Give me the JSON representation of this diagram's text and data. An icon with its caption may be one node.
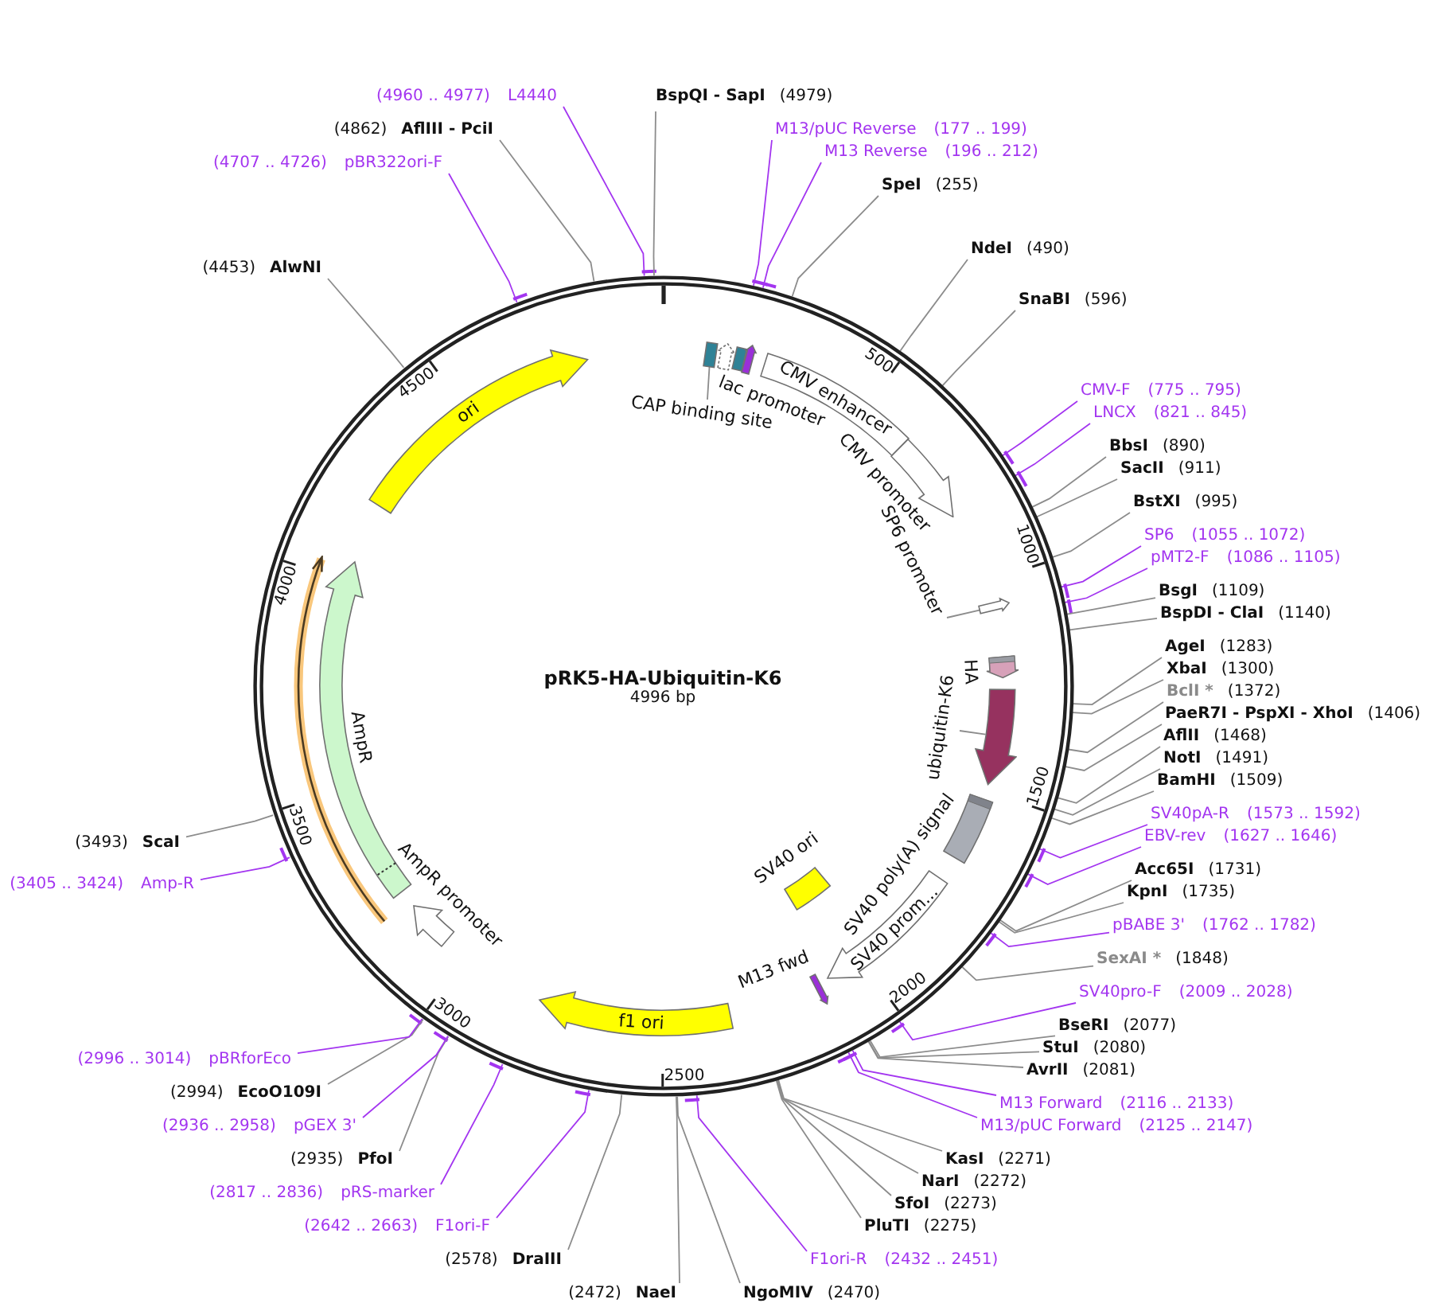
{
  "diagram": {
    "nodes": [
      {
        "text": [
          "pRK5-HA-Ubiquitin-K6",
          "4996 bp"
        ]
      },
      {
        "text": [
          "ori"
        ],
        "in": 0
      },
      {
        "text": [],
        "shape": "box",
        "in": 0
      },
      {
        "text": [],
        "shape": "arrow",
        "beside": [
          "lac promoter"
        ],
        "in": 0
      },
      {
        "text": [],
        "shape": "box",
        "in": 0
      },
      {
        "text": [],
        "shape": "arrow",
        "in": 0
      },
      {
        "text": [
          "CAP binding site"
        ],
        "in": 0
      },
      {
        "text": [
          "CMV enhancer"
        ],
        "in": 0
      },
      {
        "text": [],
        "shape": "arrow",
        "beside": [
          "CMV promoter"
        ],
        "in": 0
      },
      {
        "text": [],
        "shape": "arrow",
        "in": 0
      },
      {
        "text": [
          "SP6 promoter"
        ],
        "in": 0
      },
      {
        "text": [],
        "shape": "arrow",
        "beside": [
          "HA"
        ],
        "in": 0
      },
      {
        "text": [],
        "shape": "arrow",
        "in": 0
      },
      {
        "text": [
          "ubiquitin-K6"
        ],
        "in": 0
      },
      {
        "text": [],
        "shape": "box",
        "beside": [
          "SV40 poly(A) signal"
        ],
        "in": 0
      },
      {
        "text": [
          "SV40 prom..."
        ],
        "in": 0
      },
      {
        "text": [],
        "shape": "box",
        "beside": [
          "SV40 ori"
        ],
        "in": 0
      },
      {
        "text": [],
        "shape": "arrow",
        "beside": [
          "M13 fwd"
        ],
        "in": 0
      },
      {
        "text": [
          "f1 ori"
        ],
        "in": 0
      },
      {
        "text": [],
        "shape": "arrow",
        "beside": [
          "AmpR promoter"
        ],
        "in": 0
      },
      {
        "text": [],
        "shape": "arrow",
        "beside": [
          "AmpR"
        ],
        "in": 0
      },
      {
        "text": [
          "BspQI - SapI",
          "(4979)"
        ]
      },
      {
        "text": [
          "M13/pUC Reverse",
          "(177 .. 199)"
        ]
      },
      {
        "text": [
          "M13 Reverse",
          "(196 .. 212)"
        ]
      },
      {
        "text": [
          "SpeI",
          "(255)"
        ]
      },
      {
        "text": [
          "NdeI",
          "(490)"
        ]
      },
      {
        "text": [
          "SnaBI",
          "(596)"
        ]
      },
      {
        "text": [
          "CMV-F",
          "(775 .. 795)"
        ]
      },
      {
        "text": [
          "LNCX",
          "(821 .. 845)"
        ]
      },
      {
        "text": [
          "BbsI",
          "(890)"
        ]
      },
      {
        "text": [
          "SacII",
          "(911)"
        ]
      },
      {
        "text": [
          "BstXI",
          "(995)"
        ]
      },
      {
        "text": [
          "SP6",
          "(1055 .. 1072)"
        ]
      },
      {
        "text": [
          "pMT2-F",
          "(1086 .. 1105)"
        ]
      },
      {
        "text": [
          "BsgI",
          "(1109)"
        ]
      },
      {
        "text": [
          "BspDI - ClaI",
          "(1140)"
        ]
      },
      {
        "text": [
          "AgeI",
          "(1283)"
        ]
      },
      {
        "text": [
          "XbaI",
          "(1300)"
        ]
      },
      {
        "text": [
          "BclI *",
          "(1372)"
        ]
      },
      {
        "text": [
          "PaeR7I - PspXI - XhoI",
          "(1406)"
        ]
      },
      {
        "text": [
          "AflII",
          "(1468)"
        ]
      },
      {
        "text": [
          "NotI",
          "(1491)"
        ]
      },
      {
        "text": [
          "BamHI",
          "(1509)"
        ]
      },
      {
        "text": [
          "SV40pA-R",
          "(1573 .. 1592)"
        ]
      },
      {
        "text": [
          "EBV-rev",
          "(1627 .. 1646)"
        ]
      },
      {
        "text": [
          "Acc65I",
          "(1731)"
        ]
      },
      {
        "text": [
          "KpnI",
          "(1735)"
        ]
      },
      {
        "text": [
          "pBABE 3'",
          "(1762 .. 1782)"
        ]
      },
      {
        "text": [
          "SexAI *",
          "(1848)"
        ]
      },
      {
        "text": [
          "SV40pro-F",
          "(2009 .. 2028)"
        ]
      },
      {
        "text": [
          "BseRI",
          "(2077)"
        ]
      },
      {
        "text": [
          "StuI",
          "(2080)"
        ]
      },
      {
        "text": [
          "AvrII",
          "(2081)"
        ]
      },
      {
        "text": [
          "M13 Forward",
          "(2116 .. 2133)"
        ]
      },
      {
        "text": [
          "M13/pUC Forward",
          "(2125 .. 2147)"
        ]
      },
      {
        "text": [
          "KasI",
          "(2271)"
        ]
      },
      {
        "text": [
          "NarI",
          "(2272)"
        ]
      },
      {
        "text": [
          "SfoI",
          "(2273)"
        ]
      },
      {
        "text": [
          "PluTI",
          "(2275)"
        ]
      },
      {
        "text": [
          "F1ori-R",
          "(2432 .. 2451)"
        ]
      },
      {
        "text": [
          "NgoMIV",
          "(2470)"
        ]
      },
      {
        "text": [
          "(2472)",
          "NaeI"
        ]
      },
      {
        "text": [
          "(2578)",
          "DraIII"
        ]
      },
      {
        "text": [
          "(2642 .. 2663)",
          "F1ori-F"
        ]
      },
      {
        "text": [
          "(2817 .. 2836)",
          "pRS-marker"
        ]
      },
      {
        "text": [
          "(2935)",
          "PfoI"
        ]
      },
      {
        "text": [
          "(2936 .. 2958)",
          "pGEX 3'"
        ]
      },
      {
        "text": [
          "(2994)",
          "EcoO109I"
        ]
      },
      {
        "text": [
          "(2996 .. 3014)",
          "pBRforEco"
        ]
      },
      {
        "text": [
          "(3405 .. 3424)",
          "Amp-R"
        ]
      },
      {
        "text": [
          "(3493)",
          "ScaI"
        ]
      },
      {
        "text": [
          "(4453)",
          "AlwNI"
        ]
      },
      {
        "text": [
          "(4707 .. 4726)",
          "pBR322ori-F"
        ]
      },
      {
        "text": [
          "(4862)",
          "AflIII - PciI"
        ]
      },
      {
        "text": [
          "(4960 .. 4977)",
          "L4440"
        ]
      }
    ],
    "edges": [
      {
        "from": 6,
        "to": 2,
        "arrow": "none"
      },
      {
        "from": 10,
        "to": 9,
        "arrow": "none"
      },
      {
        "from": 13,
        "to": 12,
        "arrow": "none"
      },
      {
        "from": 21,
        "to": 0,
        "arrow": "none"
      },
      {
        "from": 22,
        "to": 0,
        "arrow": "none",
        "color": "#a335f0"
      },
      {
        "from": 23,
        "to": 0,
        "arrow": "none",
        "color": "#a335f0"
      },
      {
        "from": 24,
        "to": 0,
        "arrow": "none"
      },
      {
        "from": 25,
        "to": 0,
        "arrow": "none"
      },
      {
        "from": 26,
        "to": 0,
        "arrow": "none"
      },
      {
        "from": 27,
        "to": 0,
        "arrow": "none",
        "color": "#a335f0"
      },
      {
        "from": 28,
        "to": 0,
        "arrow": "none",
        "color": "#a335f0"
      },
      {
        "from": 29,
        "to": 0,
        "arrow": "none"
      },
      {
        "from": 30,
        "to": 0,
        "arrow": "none"
      },
      {
        "from": 31,
        "to": 0,
        "arrow": "none"
      },
      {
        "from": 32,
        "to": 0,
        "arrow": "none",
        "color": "#a335f0"
      },
      {
        "from": 33,
        "to": 0,
        "arrow": "none",
        "color": "#a335f0"
      },
      {
        "from": 34,
        "to": 0,
        "arrow": "none"
      },
      {
        "from": 35,
        "to": 0,
        "arrow": "none"
      },
      {
        "from": 36,
        "to": 0,
        "arrow": "none"
      },
      {
        "from": 37,
        "to": 0,
        "arrow": "none"
      },
      {
        "from": 38,
        "to": 0,
        "arrow": "none"
      },
      {
        "from": 39,
        "to": 0,
        "arrow": "none"
      },
      {
        "from": 40,
        "to": 0,
        "arrow": "none"
      },
      {
        "from": 41,
        "to": 0,
        "arrow": "none"
      },
      {
        "from": 42,
        "to": 0,
        "arrow": "none"
      },
      {
        "from": 43,
        "to": 0,
        "arrow": "none",
        "color": "#a335f0"
      },
      {
        "from": 44,
        "to": 0,
        "arrow": "none",
        "color": "#a335f0"
      },
      {
        "from": 45,
        "to": 0,
        "arrow": "none"
      },
      {
        "from": 46,
        "to": 0,
        "arrow": "none"
      },
      {
        "from": 47,
        "to": 0,
        "arrow": "none",
        "color": "#a335f0"
      },
      {
        "from": 48,
        "to": 0,
        "arrow": "none"
      },
      {
        "from": 49,
        "to": 0,
        "arrow": "none",
        "color": "#a335f0"
      },
      {
        "from": 50,
        "to": 0,
        "arrow": "none"
      },
      {
        "from": 51,
        "to": 0,
        "arrow": "none"
      },
      {
        "from": 52,
        "to": 0,
        "arrow": "none"
      },
      {
        "from": 53,
        "to": 0,
        "arrow": "none",
        "color": "#a335f0"
      },
      {
        "from": 54,
        "to": 0,
        "arrow": "none",
        "color": "#a335f0"
      },
      {
        "from": 55,
        "to": 0,
        "arrow": "none"
      },
      {
        "from": 56,
        "to": 0,
        "arrow": "none"
      },
      {
        "from": 57,
        "to": 0,
        "arrow": "none"
      },
      {
        "from": 58,
        "to": 0,
        "arrow": "none"
      },
      {
        "from": 59,
        "to": 0,
        "arrow": "none",
        "color": "#a335f0"
      },
      {
        "from": 60,
        "to": 0,
        "arrow": "none"
      },
      {
        "from": 61,
        "to": 0,
        "arrow": "none"
      },
      {
        "from": 62,
        "to": 0,
        "arrow": "none"
      },
      {
        "from": 63,
        "to": 0,
        "arrow": "none",
        "color": "#a335f0"
      },
      {
        "from": 64,
        "to": 0,
        "arrow": "none",
        "color": "#a335f0"
      },
      {
        "from": 65,
        "to": 0,
        "arrow": "none"
      },
      {
        "from": 66,
        "to": 0,
        "arrow": "none",
        "color": "#a335f0"
      },
      {
        "from": 67,
        "to": 0,
        "arrow": "none"
      },
      {
        "from": 68,
        "to": 0,
        "arrow": "none",
        "color": "#a335f0"
      },
      {
        "from": 69,
        "to": 0,
        "arrow": "none",
        "color": "#a335f0"
      },
      {
        "from": 70,
        "to": 0,
        "arrow": "none"
      },
      {
        "from": 71,
        "to": 0,
        "arrow": "none"
      },
      {
        "from": 72,
        "to": 0,
        "arrow": "none",
        "color": "#a335f0"
      },
      {
        "from": 73,
        "to": 0,
        "arrow": "none"
      },
      {
        "from": 74,
        "to": 0,
        "arrow": "none",
        "color": "#a335f0"
      }
    ],
    "labels": [
      "500",
      "1000",
      "1500",
      "2000",
      "2500",
      "3000",
      "3500",
      "4000",
      "4500"
    ]
  }
}
